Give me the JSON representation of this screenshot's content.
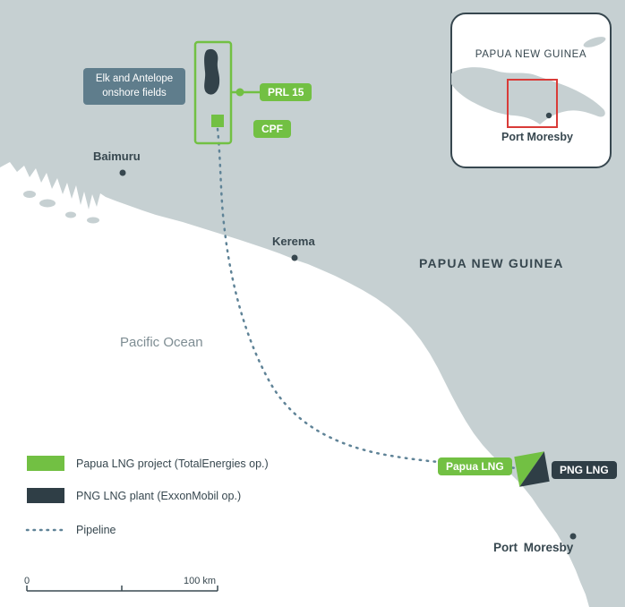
{
  "colors": {
    "land": "#c6d0d2",
    "accent_green": "#72c043",
    "dark_slate": "#2f3e46",
    "pipeline_blue": "#5f8397",
    "inset_red": "#d93b38",
    "fields_label_bg": "#5f7d8c"
  },
  "map": {
    "country_label": "PAPUA NEW GUINEA",
    "ocean_label": "Pacific Ocean",
    "towns": {
      "baimuru": "Baimuru",
      "kerema": "Kerema",
      "port_moresby": "Port Moresby"
    },
    "fields_label": {
      "line1": "Elk and Antelope",
      "line2": "onshore fields"
    },
    "badges": {
      "prl15": "PRL 15",
      "cpf": "CPF",
      "papua_lng": "Papua LNG",
      "png_lng": "PNG LNG"
    }
  },
  "inset": {
    "title": "PAPUA NEW GUINEA",
    "city": "Port Moresby"
  },
  "legend": {
    "items": [
      {
        "label": "Papua LNG project (TotalEnergies op.)"
      },
      {
        "label": "PNG LNG plant (ExxonMobil op.)"
      },
      {
        "label": "Pipeline"
      }
    ]
  },
  "scale": {
    "start": "0",
    "end": "100 km"
  }
}
